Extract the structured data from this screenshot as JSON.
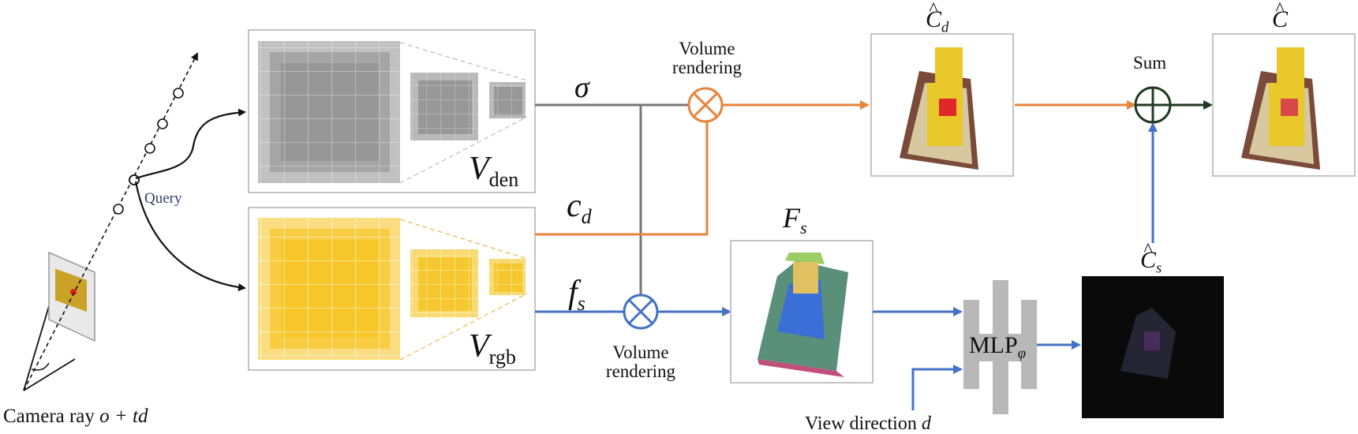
{
  "labels": {
    "query": "Query",
    "camera_ray": "Camera ray",
    "camera_ray_math": "o + td",
    "volume_rendering_top_1": "Volume",
    "volume_rendering_top_2": "rendering",
    "volume_rendering_bottom_1": "Volume",
    "volume_rendering_bottom_2": "rendering",
    "sigma": "σ",
    "c": "c",
    "c_sub": "d",
    "f": "f",
    "f_sub": "s",
    "v_den": "V",
    "v_den_sub": "den",
    "v_rgb": "V",
    "v_rgb_sub": "rgb",
    "F": "F",
    "F_sub": "s",
    "C_hat": "C",
    "Cd_hat": "C",
    "Cd_sub": "d",
    "Cs_hat": "C",
    "Cs_sub": "s",
    "sum": "Sum",
    "mlp": "MLP",
    "mlp_sub": "φ",
    "view_direction": "View direction",
    "view_direction_math": "d"
  },
  "colors": {
    "orange": "#E8833A",
    "blue": "#4472C4",
    "gray_line": "#777777",
    "dark_green": "#1f3a1f",
    "density_cube": "#8c8c8c",
    "rgb_cube": "#F5C518",
    "mlp_bar": "#b8b8b8"
  }
}
